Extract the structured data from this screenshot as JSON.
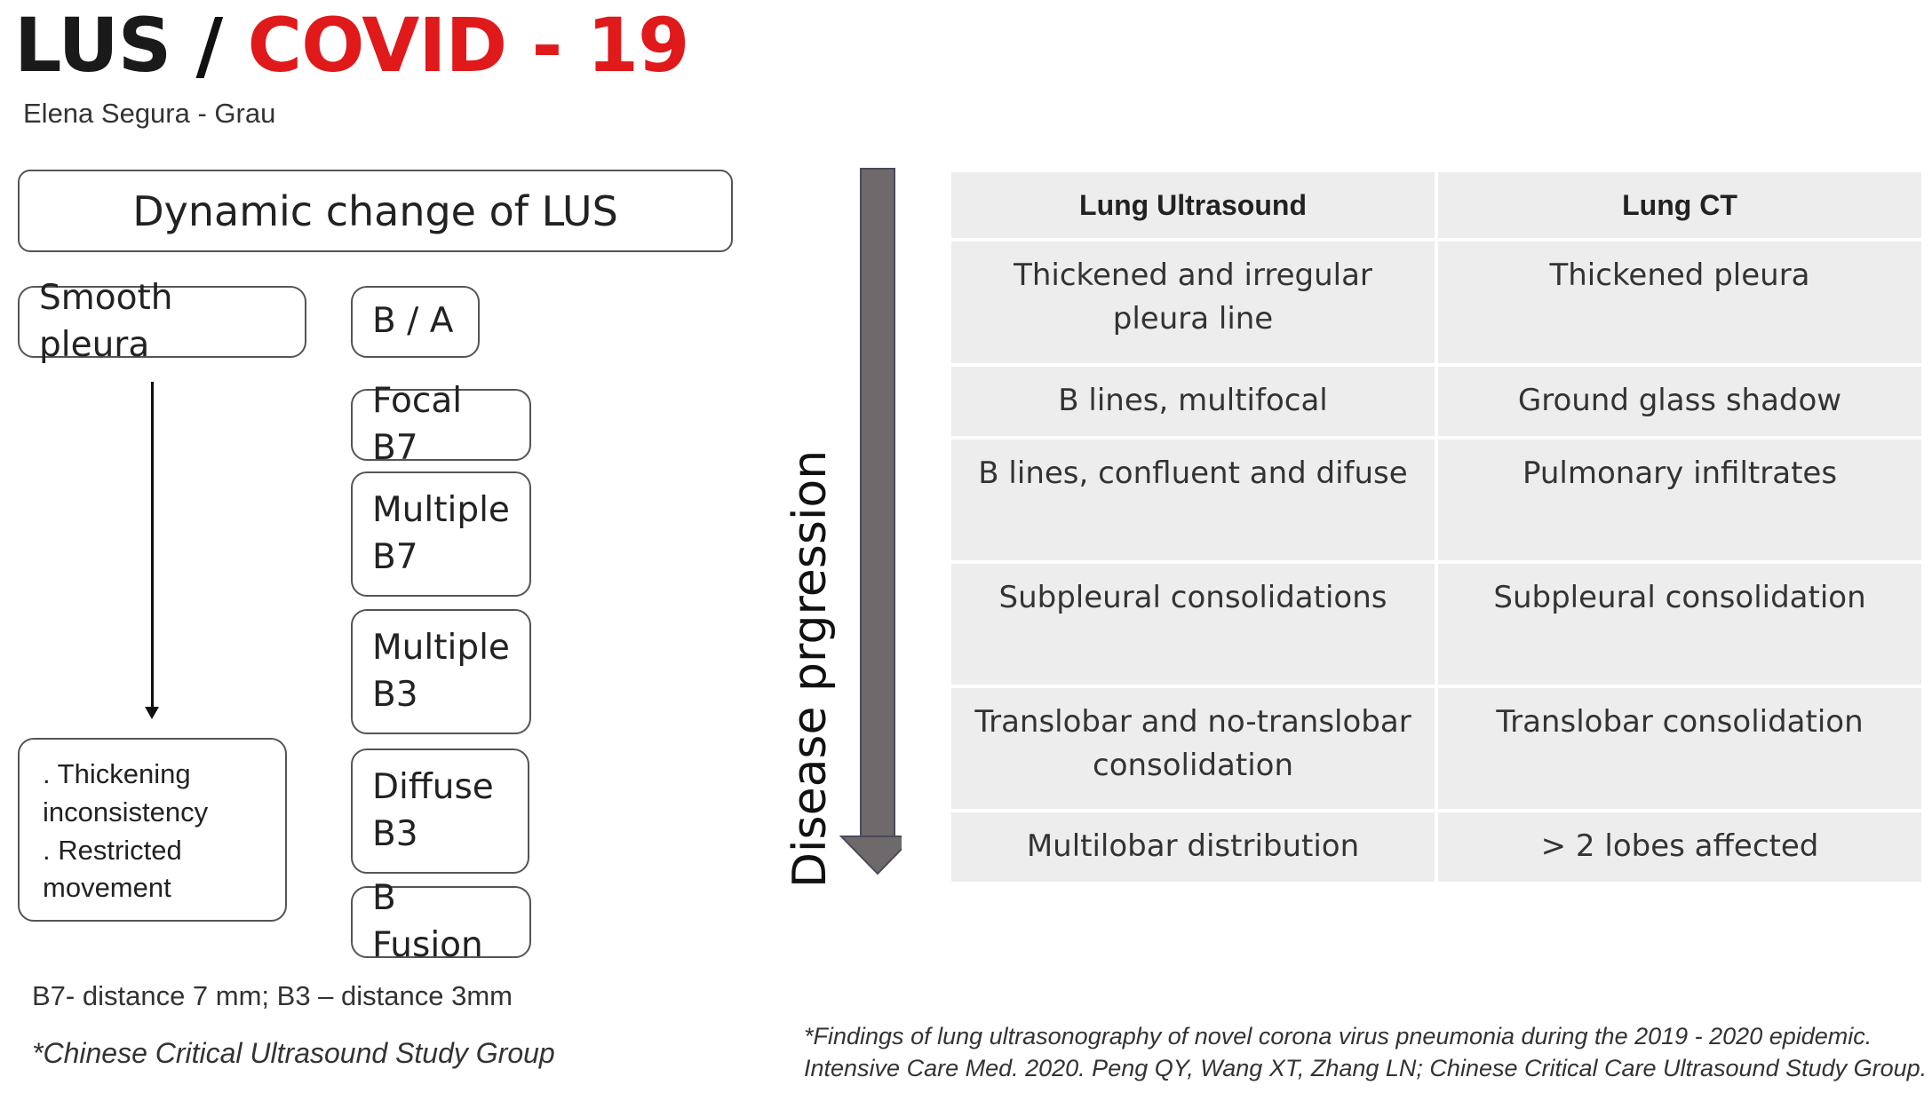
{
  "title": {
    "lus": "LUS",
    "sep": "/",
    "covid": "COVID - 19",
    "covid_color": "#e0191b"
  },
  "author": "Elena Segura - Grau",
  "dynamic_change_label": "Dynamic change of LUS",
  "pleura": {
    "start": "Smooth pleura",
    "end_lines": [
      ". Thickening",
      "inconsistency",
      ". Restricted",
      "movement"
    ]
  },
  "stages": [
    "B / A",
    "Focal B7",
    "Multiple B7",
    "Multiple B3",
    "Diffuse B3",
    "B Fusion"
  ],
  "footnote_distance": "B7- distance 7 mm; B3 – distance 3mm",
  "footnote_group": "*Chinese Critical Ultrasound Study Group",
  "progression_label": "Disease prgression",
  "table": {
    "headers": [
      "Lung Ultrasound",
      "Lung CT"
    ],
    "rows": [
      [
        "Thickened  and irregular  pleura line",
        "Thickened pleura"
      ],
      [
        "B lines, multifocal",
        "Ground glass shadow"
      ],
      [
        "B lines, confluent  and difuse",
        "Pulmonary infiltrates"
      ],
      [
        "Subpleural consolidations",
        "Subpleural consolidation"
      ],
      [
        "Translobar  and no-translobar consolidation",
        "Translobar  consolidation"
      ],
      [
        "Multilobar distribution",
        "> 2 lobes affected"
      ]
    ]
  },
  "reference": {
    "line1": "*Findings of lung ultrasonography  of novel corona virus pneumonia during the 2019 - 2020 epidemic.",
    "line2": "Intensive Care  Med. 2020. Peng QY, Wang XT, Zhang LN; Chinese Critical Care Ultrasound  Study Group."
  },
  "colors": {
    "arrow": "#6e6a6b",
    "table_cell": "#ededed"
  }
}
